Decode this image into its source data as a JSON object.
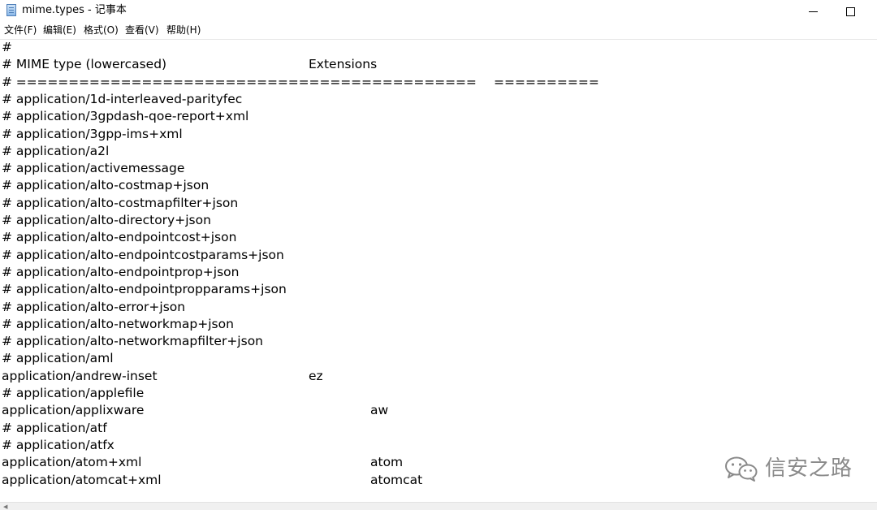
{
  "window": {
    "title": "mime.types - 记事本"
  },
  "menu": [
    {
      "label": "文件(F)"
    },
    {
      "label": "编辑(E)"
    },
    {
      "label": "格式(O)"
    },
    {
      "label": "查看(V)"
    },
    {
      "label": "帮助(H)"
    }
  ],
  "editor": {
    "lines": [
      {
        "text": "#",
        "ext": ""
      },
      {
        "text": "# MIME type (lowercased)",
        "ext": "Extensions"
      },
      {
        "text": "# ============================================",
        "ext": "=========="
      },
      {
        "text": "# application/1d-interleaved-parityfec",
        "ext": ""
      },
      {
        "text": "# application/3gpdash-qoe-report+xml",
        "ext": ""
      },
      {
        "text": "# application/3gpp-ims+xml",
        "ext": ""
      },
      {
        "text": "# application/a2l",
        "ext": ""
      },
      {
        "text": "# application/activemessage",
        "ext": ""
      },
      {
        "text": "# application/alto-costmap+json",
        "ext": ""
      },
      {
        "text": "# application/alto-costmapfilter+json",
        "ext": ""
      },
      {
        "text": "# application/alto-directory+json",
        "ext": ""
      },
      {
        "text": "# application/alto-endpointcost+json",
        "ext": ""
      },
      {
        "text": "# application/alto-endpointcostparams+json",
        "ext": ""
      },
      {
        "text": "# application/alto-endpointprop+json",
        "ext": ""
      },
      {
        "text": "# application/alto-endpointpropparams+json",
        "ext": ""
      },
      {
        "text": "# application/alto-error+json",
        "ext": ""
      },
      {
        "text": "# application/alto-networkmap+json",
        "ext": ""
      },
      {
        "text": "# application/alto-networkmapfilter+json",
        "ext": ""
      },
      {
        "text": "# application/aml",
        "ext": ""
      },
      {
        "text": "application/andrew-inset",
        "ext": "ez"
      },
      {
        "text": "# application/applefile",
        "ext": ""
      },
      {
        "text": "application/applixware",
        "ext": "aw"
      },
      {
        "text": "# application/atf",
        "ext": ""
      },
      {
        "text": "# application/atfx",
        "ext": ""
      },
      {
        "text": "application/atom+xml",
        "ext": "atom"
      },
      {
        "text": "application/atomcat+xml",
        "ext": "atomcat"
      }
    ]
  },
  "watermark": {
    "text": "信安之路"
  }
}
